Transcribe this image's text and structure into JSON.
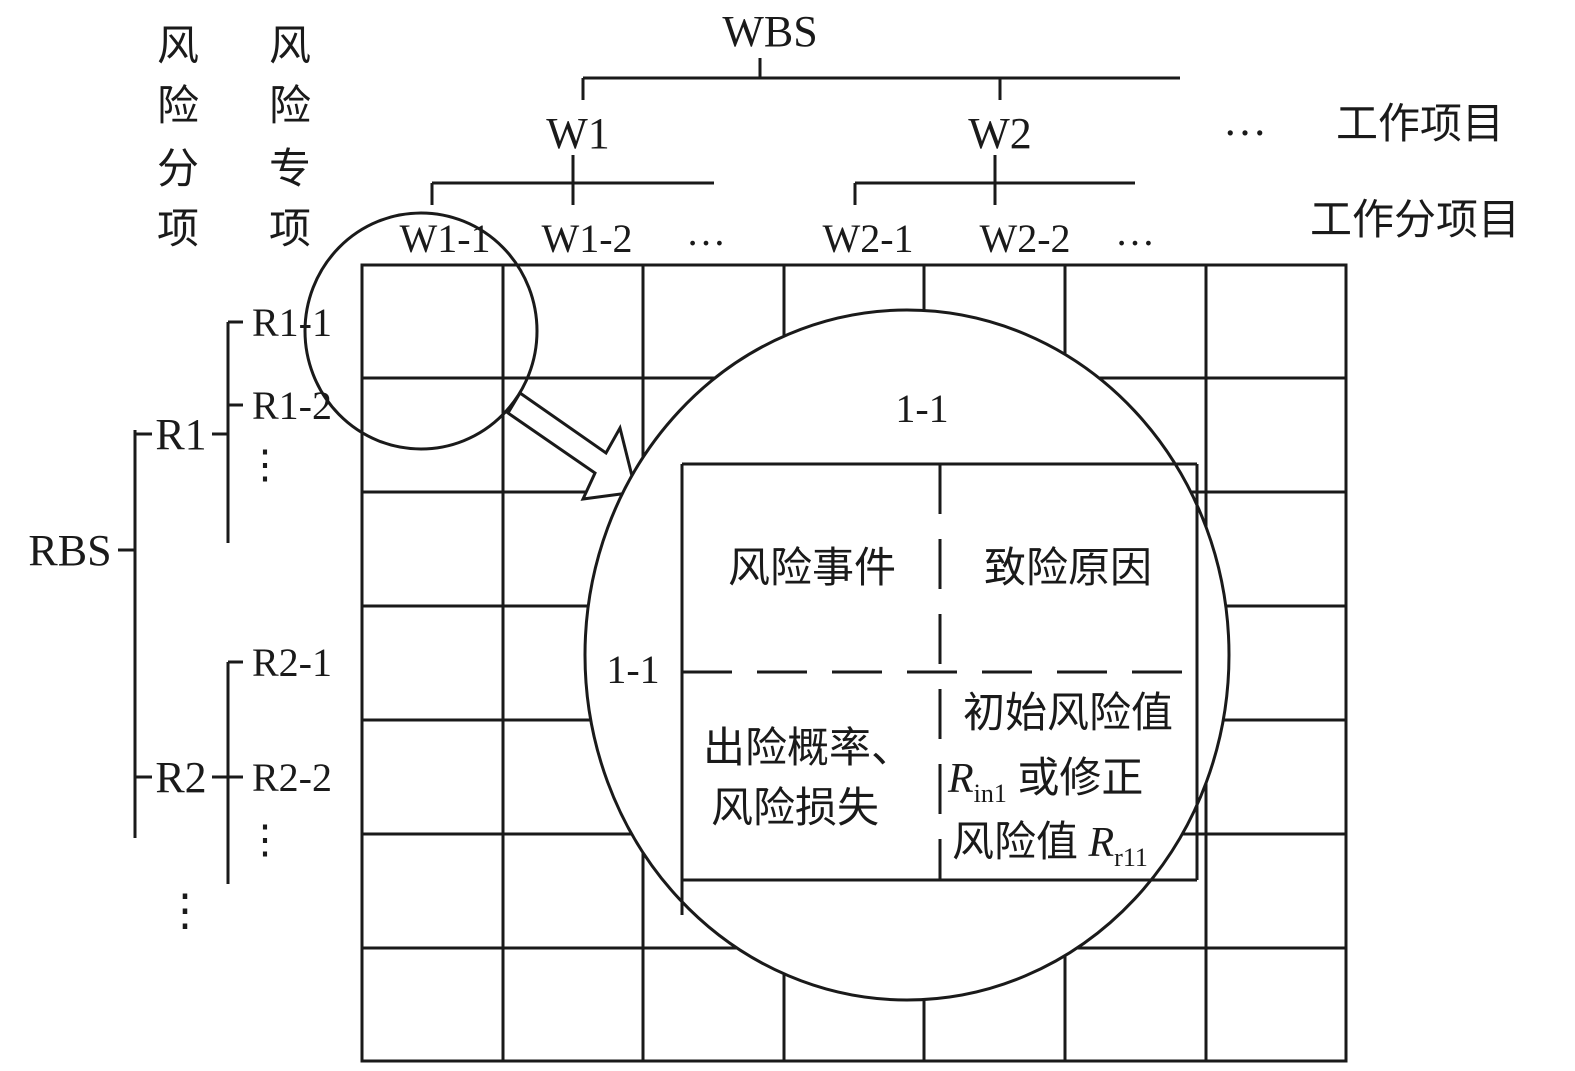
{
  "wbs": {
    "root": "WBS",
    "items": [
      "W1",
      "W2"
    ],
    "items_ellipsis": "…",
    "items_label": "工作项目",
    "subitems": [
      "W1-1",
      "W1-2",
      "W2-1",
      "W2-2"
    ],
    "subitems_ellipsis": "…",
    "subitems_label": "工作分项目"
  },
  "rbs": {
    "root": "RBS",
    "col_labels": [
      [
        "风",
        "险",
        "分",
        "项"
      ],
      [
        "风",
        "险",
        "专",
        "项"
      ]
    ],
    "items": [
      "R1",
      "R2"
    ],
    "subitems": [
      "R1-1",
      "R1-2",
      "R2-1",
      "R2-2"
    ],
    "vellipsis": "⋮"
  },
  "detail": {
    "top_label": "1-1",
    "left_label": "1-1",
    "risk_event": "风险事件",
    "risk_cause": "致险原因",
    "prob_line1": "出险概率、",
    "prob_line2": "风险损失",
    "value_line1": "初始风险值",
    "value_R": "R",
    "value_sub1": "in1",
    "value_or": " 或修正",
    "value_line3": "风险值 ",
    "value_sub2": "r11"
  }
}
